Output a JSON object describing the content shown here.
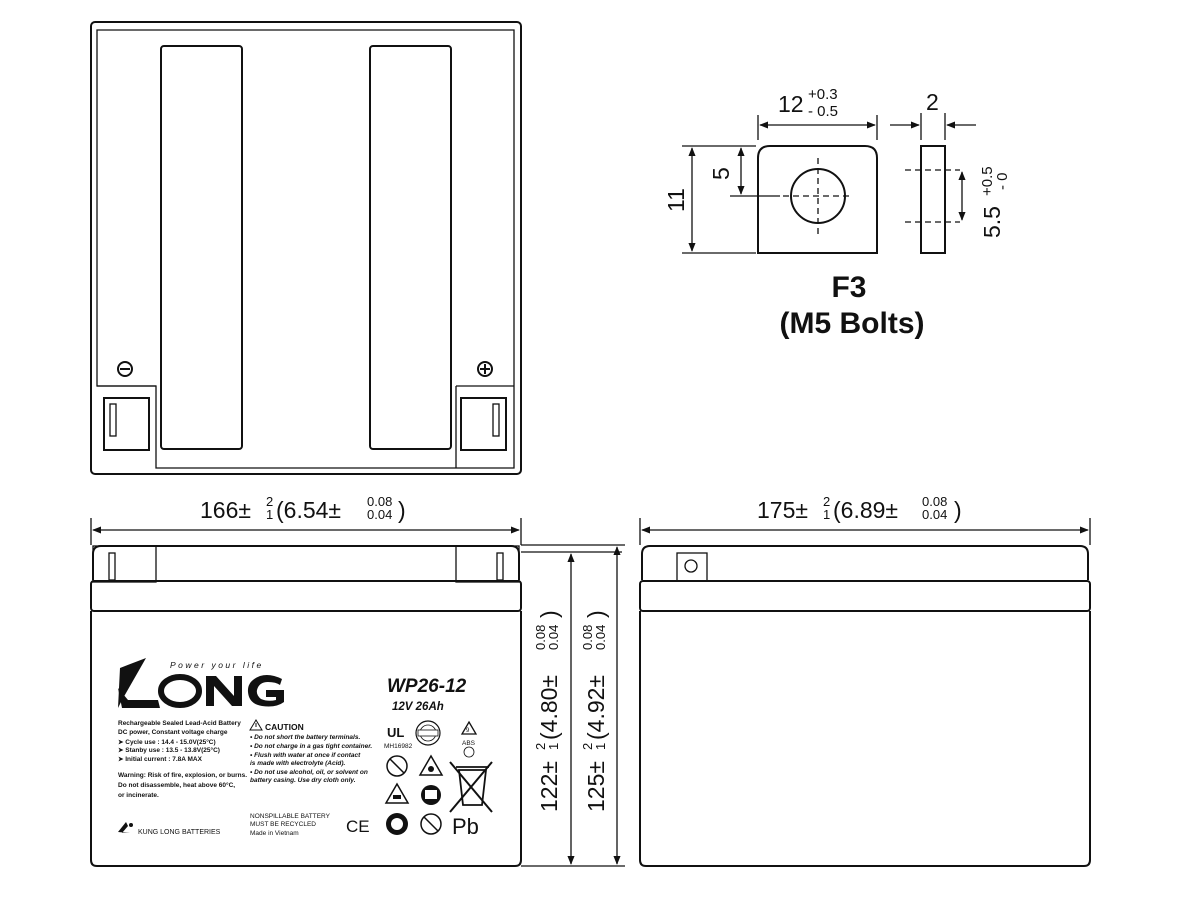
{
  "terminal": {
    "name": "F3",
    "bolt": "(M5 Bolts)",
    "width": {
      "nominal": "12",
      "tol_plus": "+0.3",
      "tol_minus": "- 0.5"
    },
    "thickness": "2",
    "height": "11",
    "hole_offset": "5",
    "hole_diameter": {
      "nominal": "5.5",
      "tol_plus": "+0.5",
      "tol_minus": "- 0"
    }
  },
  "dimensions": {
    "length": {
      "mm": "166±",
      "mm_tol_plus": "2",
      "mm_tol_minus": "1",
      "inch": "(6.54±",
      "in_tol_plus": "0.08",
      "in_tol_minus": "0.04",
      "close": ")"
    },
    "width": {
      "mm": "175±",
      "mm_tol_plus": "2",
      "mm_tol_minus": "1",
      "inch": "(6.89±",
      "in_tol_plus": "0.08",
      "in_tol_minus": "0.04",
      "close": ")"
    },
    "container_height": {
      "mm": "122±",
      "mm_tol_plus": "2",
      "mm_tol_minus": "1",
      "inch": "(4.80±",
      "in_tol_plus": "0.08",
      "in_tol_minus": "0.04",
      "close": ")"
    },
    "total_height": {
      "mm": "125±",
      "mm_tol_plus": "2",
      "mm_tol_minus": "1",
      "inch": "(4.92±",
      "in_tol_plus": "0.08",
      "in_tol_minus": "0.04",
      "close": ")"
    }
  },
  "top_view": {
    "negative_symbol": "⊖",
    "positive_symbol": "⊕"
  },
  "label": {
    "brand": "LONG",
    "tagline": "Power your life",
    "model": "WP26-12",
    "rating": "12V 26Ah",
    "desc_lines": [
      "Rechargeable Sealed Lead-Acid Battery",
      "DC power, Constant voltage charge",
      "➤ Cycle use     : 14.4 - 15.0V(25°C)",
      "➤ Stanby use    : 13.5 - 13.8V(25°C)",
      "➤ Initial current : 7.8A MAX"
    ],
    "warning_lines": [
      "Warning: Risk of fire, explosion, or burns.",
      "Do not disassemble, heat above 60°C,",
      "or incinerate."
    ],
    "caution_title": "CAUTION",
    "caution_lines": [
      "• Do not short the battery terminals.",
      "• Do not charge in a gas tight container.",
      "• Flush with water at once if contact",
      "  is made with electrolyte (Acid).",
      "• Do not use alcohol, oil, or solvent on",
      "  battery casing. Use dry cloth only."
    ],
    "ul_number": "MH16982",
    "abs_mark": "ABS",
    "pb_mark": "Pb",
    "ce_mark": "CE",
    "manufacturer": "KUNG LONG BATTERIES",
    "nonspill_lines": [
      "NONSPILLABLE BATTERY",
      "MUST BE RECYCLED",
      "Made in Vietnam"
    ]
  }
}
